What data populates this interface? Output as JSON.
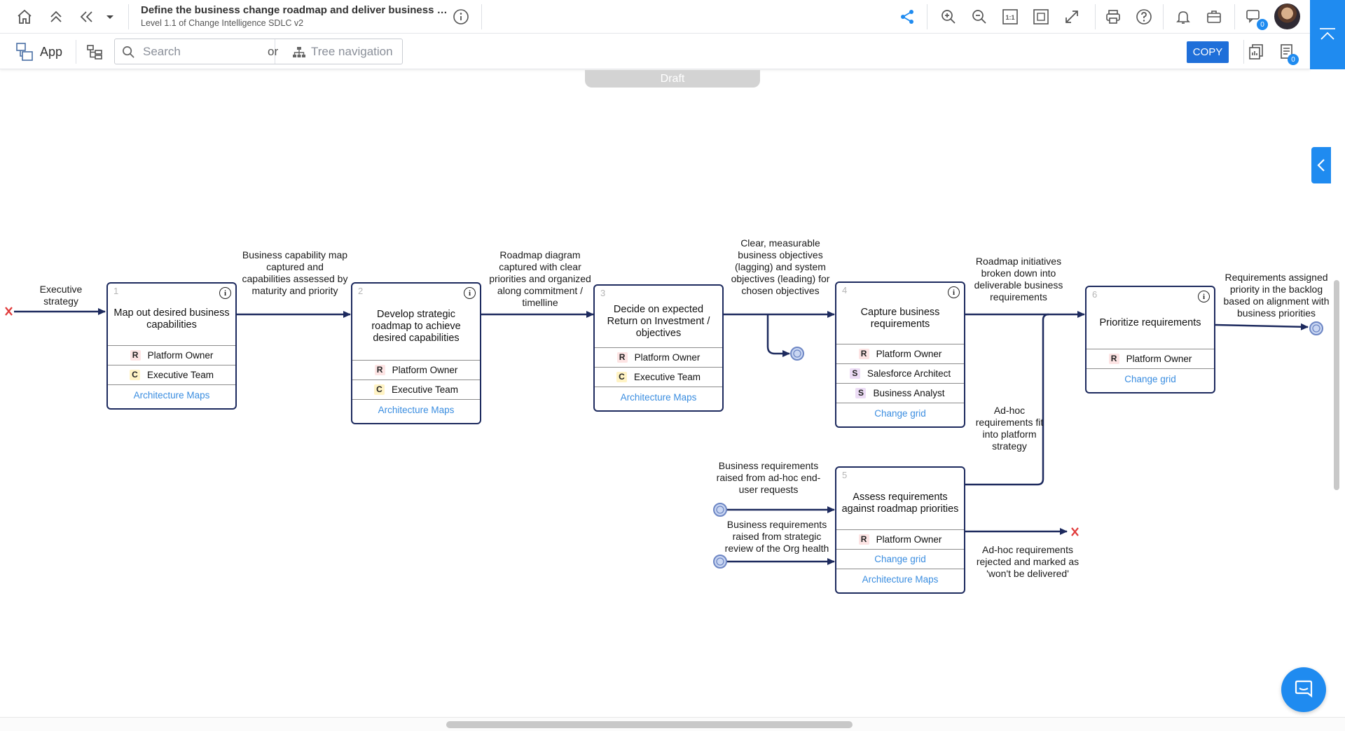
{
  "header": {
    "title": "Define the business change roadmap and deliver business g...",
    "subtitle": "Level 1.1 of Change Intelligence SDLC v2",
    "icons": [
      "home-icon",
      "up-levels-icon",
      "back-icon",
      "dropdown-icon",
      "info-icon",
      "share-icon",
      "zoom-in-icon",
      "zoom-out-icon",
      "actual-size-icon",
      "fit-to-screen-icon",
      "expand-icon",
      "print-icon",
      "help-icon",
      "bell-icon",
      "briefcase-icon",
      "comments-icon",
      "avatar"
    ],
    "comments_count": "0",
    "accent": "#1f8bf0"
  },
  "toolbar": {
    "app_label": "App",
    "search_placeholder": "Search",
    "or_label": "or",
    "tree_nav_label": "Tree navigation",
    "copy_label": "COPY",
    "notes_count": "0"
  },
  "canvas": {
    "status_tab": "Draft"
  },
  "diagram": {
    "line_color": "#1d2a5e",
    "start_label": "Executive strategy",
    "activities": [
      {
        "number": "1",
        "title": "Map out desired business capabilities",
        "roles": [
          {
            "type": "R",
            "name": "Platform Owner"
          },
          {
            "type": "C",
            "name": "Executive Team"
          }
        ],
        "links": [
          "Architecture Maps"
        ]
      },
      {
        "number": "2",
        "title": "Develop strategic roadmap to achieve desired capabilities",
        "roles": [
          {
            "type": "R",
            "name": "Platform Owner"
          },
          {
            "type": "C",
            "name": "Executive Team"
          }
        ],
        "links": [
          "Architecture Maps"
        ]
      },
      {
        "number": "3",
        "title": "Decide on expected Return on Investment / objectives",
        "roles": [
          {
            "type": "R",
            "name": "Platform Owner"
          },
          {
            "type": "C",
            "name": "Executive Team"
          }
        ],
        "links": [
          "Architecture Maps"
        ]
      },
      {
        "number": "4",
        "title": "Capture business requirements",
        "roles": [
          {
            "type": "R",
            "name": "Platform Owner"
          },
          {
            "type": "S",
            "name": "Salesforce Architect"
          },
          {
            "type": "S",
            "name": "Business Analyst"
          }
        ],
        "links": [
          "Change grid"
        ]
      },
      {
        "number": "5",
        "title": "Assess requirements against roadmap priorities",
        "roles": [
          {
            "type": "R",
            "name": "Platform Owner"
          }
        ],
        "links": [
          "Change grid",
          "Architecture Maps"
        ]
      },
      {
        "number": "6",
        "title": "Prioritize requirements",
        "roles": [
          {
            "type": "R",
            "name": "Platform Owner"
          }
        ],
        "links": [
          "Change grid"
        ]
      }
    ],
    "flow_labels": {
      "f1_2": "Business capability map captured and capabilities assessed by maturity and priority",
      "f2_3": "Roadmap diagram captured with clear priorities and organized along commitment / timelline",
      "f3_4": "Clear, measurable business objectives (lagging) and system objectives (leading) for chosen objectives",
      "f4_6": "Roadmap initiatives broken down into deliverable business requirements",
      "f6_out": "Requirements assigned priority in the backlog based on alignment with business priorities",
      "f5_6": "Ad-hoc requirements fit into platform strategy",
      "in_adhoc": "Business requirements raised from ad-hoc end-user requests",
      "in_strategic": "Business requirements raised from strategic review of the Org health",
      "f5_reject": "Ad-hoc requirements rejected and marked as 'won't be delivered'"
    }
  }
}
